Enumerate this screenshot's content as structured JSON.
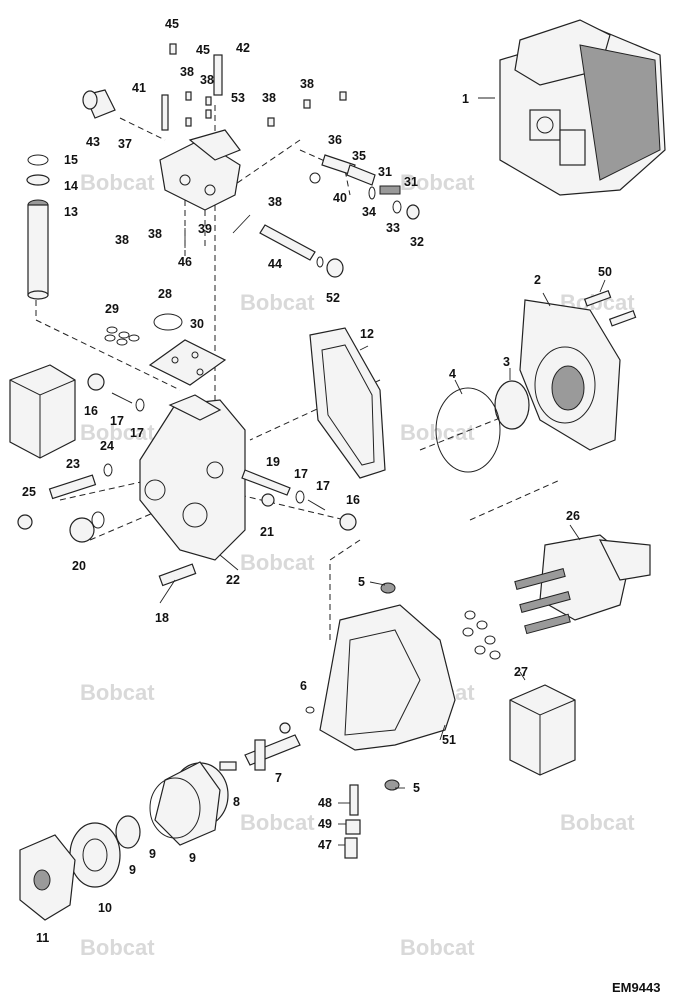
{
  "watermark": "Bobcat",
  "drawing_code": "EM9443",
  "callouts": [
    "45",
    "45",
    "42",
    "38",
    "38",
    "38",
    "41",
    "53",
    "38",
    "43",
    "37",
    "36",
    "35",
    "15",
    "14",
    "13",
    "40",
    "31",
    "31",
    "34",
    "33",
    "32",
    "38",
    "38",
    "38",
    "39",
    "46",
    "44",
    "52",
    "2",
    "50",
    "28",
    "29",
    "30",
    "12",
    "1",
    "4",
    "3",
    "16",
    "17",
    "17",
    "24",
    "23",
    "19",
    "17",
    "17",
    "16",
    "25",
    "21",
    "20",
    "22",
    "18",
    "26",
    "5",
    "27",
    "6",
    "7",
    "8",
    "9",
    "9",
    "9",
    "10",
    "11",
    "48",
    "49",
    "47",
    "51",
    "5"
  ]
}
